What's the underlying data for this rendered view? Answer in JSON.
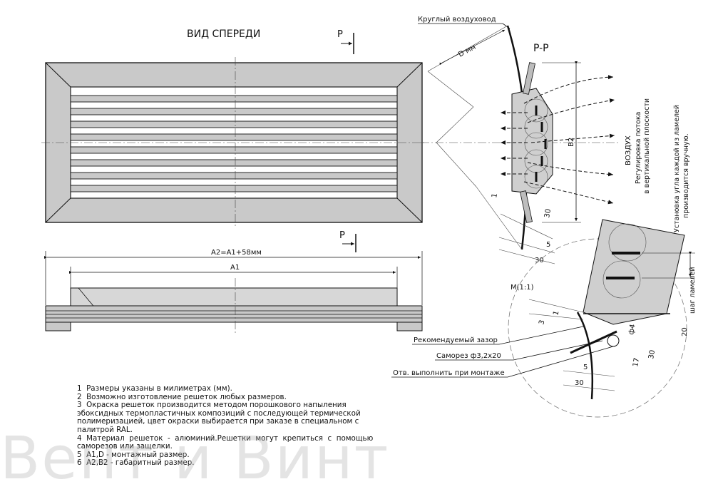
{
  "front_view_title": "ВИД СПЕРЕДИ",
  "section_mark": "P",
  "section_title": "P-P",
  "labels": {
    "round_duct": "Круглый воздуховод",
    "d_mm": "D мм",
    "b2": "B2",
    "air": "ВОЗДУХ",
    "flow_reg_1": "Регулировка потока",
    "flow_reg_2": "в вертикальной плоскости",
    "angle_1": "Установка угла каждой из ламелей",
    "angle_2": "производится вручную.",
    "pitch": "шаг ламелей",
    "a2": "A2=A1+58мм",
    "a1": "A1",
    "detail": "M(1:1)",
    "gap": "Рекомендуемый зазор",
    "screw": "Саморез ф3,2х20",
    "hole": "Отв. выполнить при монтаже",
    "phi4": "ф4"
  },
  "dims": {
    "d1": "1",
    "d30a": "30",
    "d5a": "5",
    "d30b": "30",
    "d3": "3",
    "d1b": "1",
    "d17": "17",
    "d30c": "30",
    "d5b": "5",
    "d30d": "30",
    "d20": "20"
  },
  "notes": [
    "1  Размеры указаны в милиметрах (мм).",
    "2  Возможно изготовление решеток любых размеров.",
    "3  Окраска решеток производится методом порошкового напыления эбоксидных термопластичных композиций с последующей термической полимеризацией, цвет окраски выбирается при заказе в специальном с палитрой RAL.",
    "4  Материал  решеток  -  алюминий.Решетки  могут  крепиться  с  помощью саморезов или защелки.",
    "5  A1,D - монтажный размер.",
    "6  A2,B2 - габаритный размер."
  ],
  "watermark": "Вент и Винт"
}
